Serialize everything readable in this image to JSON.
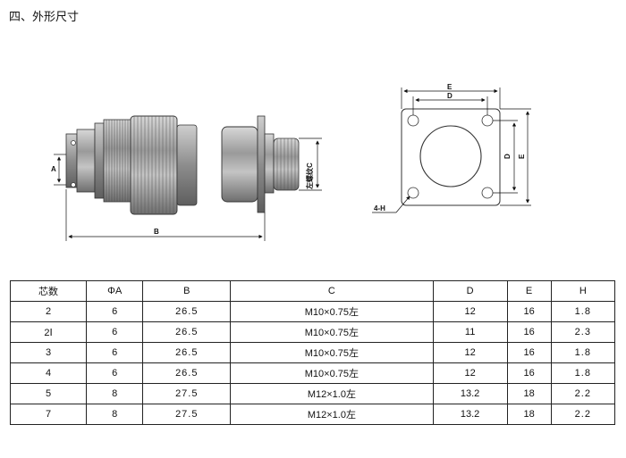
{
  "section": {
    "title": "四、外形尺寸"
  },
  "drawing": {
    "labels": {
      "a": "A",
      "b": "B",
      "c": "左螺纹C",
      "d_top": "D",
      "e_top": "E",
      "d_side": "D",
      "e_side": "E",
      "hole": "4-H"
    }
  },
  "table": {
    "headers": [
      "芯数",
      "ΦA",
      "B",
      "C",
      "D",
      "E",
      "H"
    ],
    "rows": [
      [
        "2",
        "6",
        "26.5",
        "M10×0.75左",
        "12",
        "16",
        "1.8"
      ],
      [
        "2Ⅰ",
        "6",
        "26.5",
        "M10×0.75左",
        "11",
        "16",
        "2.3"
      ],
      [
        "3",
        "6",
        "26.5",
        "M10×0.75左",
        "12",
        "16",
        "1.8"
      ],
      [
        "4",
        "6",
        "26.5",
        "M10×0.75左",
        "12",
        "16",
        "1.8"
      ],
      [
        "5",
        "8",
        "27.5",
        "M12×1.0左",
        "13.2",
        "18",
        "2.2"
      ],
      [
        "7",
        "8",
        "27.5",
        "M12×1.0左",
        "13.2",
        "18",
        "2.2"
      ]
    ]
  }
}
